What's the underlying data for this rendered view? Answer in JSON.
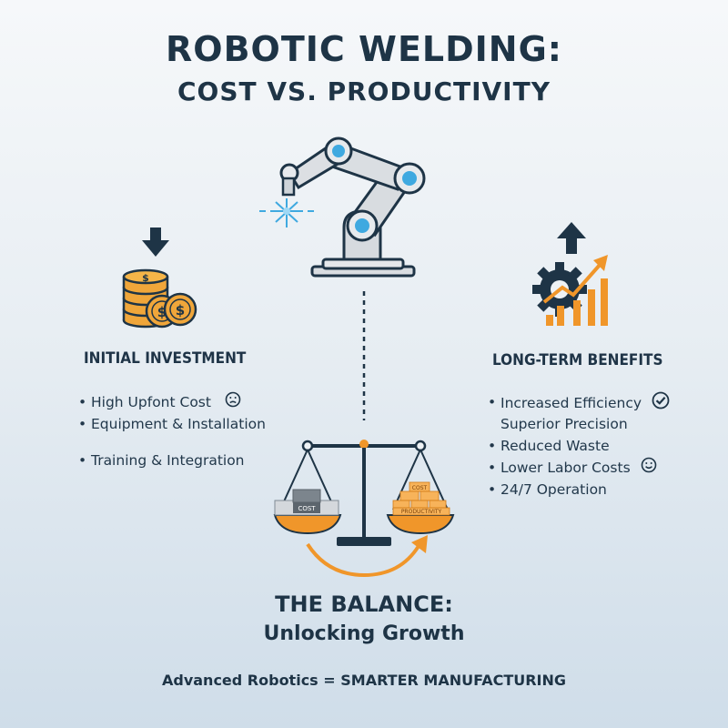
{
  "title": {
    "line1": "ROBOTIC WELDING:",
    "line2": "COST VS. PRODUCTIVITY"
  },
  "left": {
    "heading": "INITIAL INVESTMENT",
    "items": [
      "High Upfont Cost",
      "Equipment & Installation",
      "Training & Integration"
    ],
    "icons": [
      "down-arrow-icon",
      "coin-stack-icon",
      "sad-face-icon"
    ]
  },
  "right": {
    "heading": "LONG-TERM BENEFITS",
    "items": [
      "Increased Efficiency",
      "Superior Precision",
      "Reduced Waste",
      "Lower Labor Costs",
      "24/7 Operation"
    ],
    "icons": [
      "up-arrow-icon",
      "gear-growth-chart-icon",
      "check-circle-icon",
      "smile-face-icon"
    ]
  },
  "scale": {
    "left_pan_label": "COST",
    "right_pan_labels": [
      "COST",
      "PRODUCTIVITY"
    ]
  },
  "balance": {
    "line1": "THE BALANCE:",
    "line2": "Unlocking Growth"
  },
  "tagline": "Advanced Robotics = SMARTER MANUFACTURING",
  "colors": {
    "navy": "#1e3446",
    "accent_orange": "#f0962a",
    "accent_blue": "#3fa9e0",
    "steel_gray": "#c9ced3",
    "background_top": "#f6f8fa",
    "background_bottom": "#cfdde9"
  }
}
